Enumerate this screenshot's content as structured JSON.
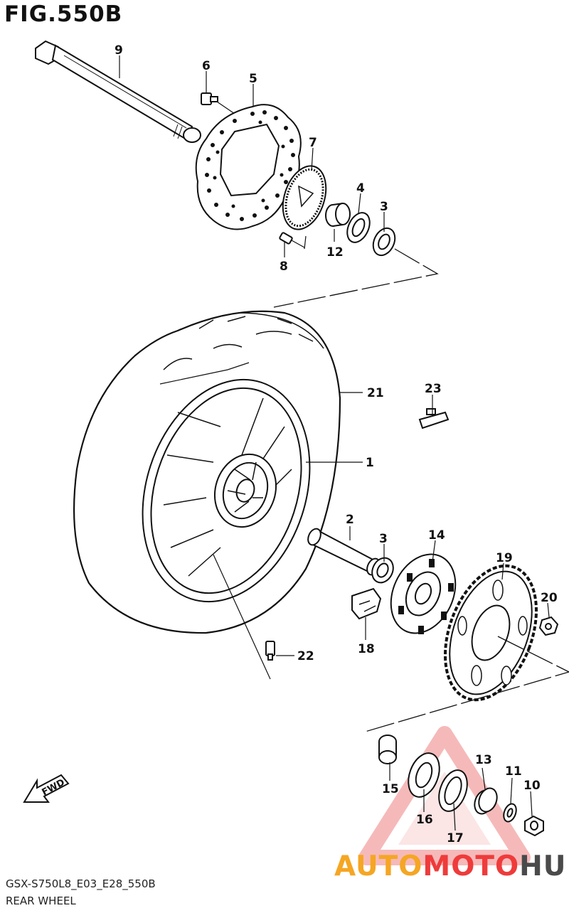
{
  "figure": {
    "title": "FIG.550B"
  },
  "footer": {
    "model_code": "GSX-S750L8_E03_E28_550B",
    "section_name": "REAR WHEEL"
  },
  "fwd_badge": {
    "label": "FWD"
  },
  "watermark": {
    "part1": "AUTO",
    "part2": "MOTO",
    "part3": "HUB",
    "colors": [
      "#f5a623",
      "#ef3b3b",
      "#4a4a4a"
    ]
  },
  "callouts": [
    {
      "label": "9"
    },
    {
      "label": "6"
    },
    {
      "label": "5"
    },
    {
      "label": "7"
    },
    {
      "label": "4"
    },
    {
      "label": "3"
    },
    {
      "label": "12"
    },
    {
      "label": "8"
    },
    {
      "label": "21"
    },
    {
      "label": "23"
    },
    {
      "label": "1"
    },
    {
      "label": "2"
    },
    {
      "label": "3"
    },
    {
      "label": "14"
    },
    {
      "label": "19"
    },
    {
      "label": "20"
    },
    {
      "label": "18"
    },
    {
      "label": "22"
    },
    {
      "label": "13"
    },
    {
      "label": "11"
    },
    {
      "label": "10"
    },
    {
      "label": "15"
    },
    {
      "label": "16"
    },
    {
      "label": "17"
    }
  ]
}
